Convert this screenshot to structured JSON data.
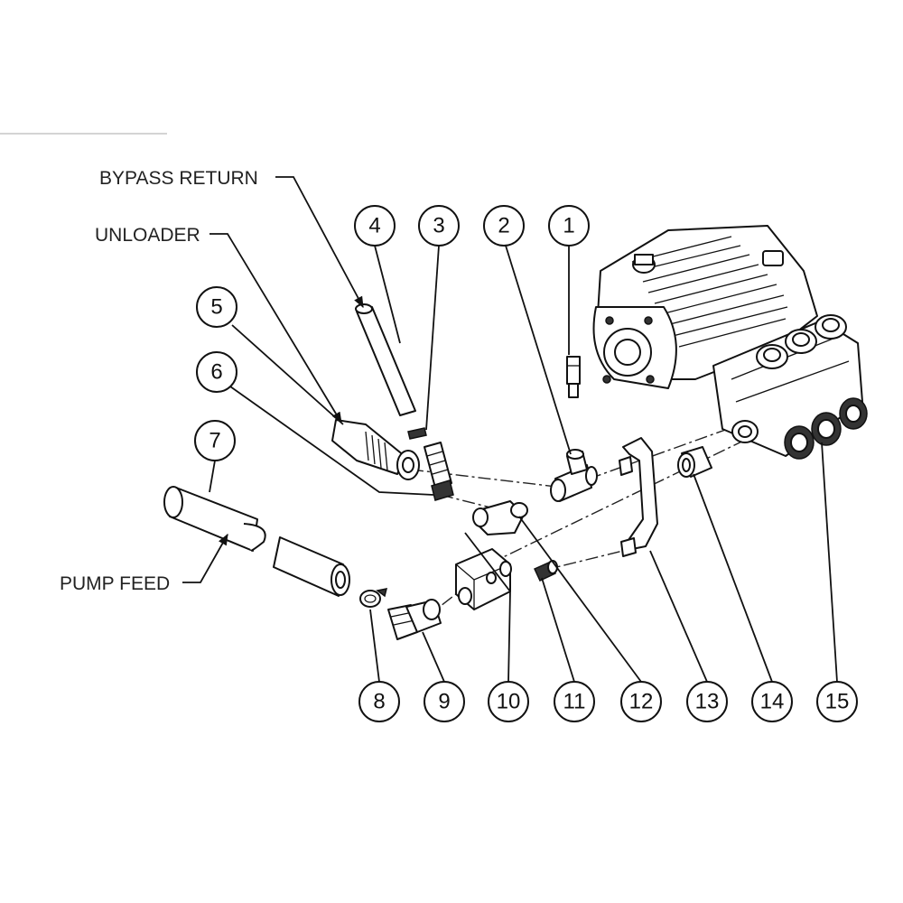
{
  "labels": {
    "bypass_return": "BYPASS RETURN",
    "unloader": "UNLOADER",
    "pump_feed": "PUMP FEED"
  },
  "callouts": [
    "1",
    "2",
    "3",
    "4",
    "5",
    "6",
    "7",
    "8",
    "9",
    "10",
    "11",
    "12",
    "13",
    "14",
    "15"
  ]
}
